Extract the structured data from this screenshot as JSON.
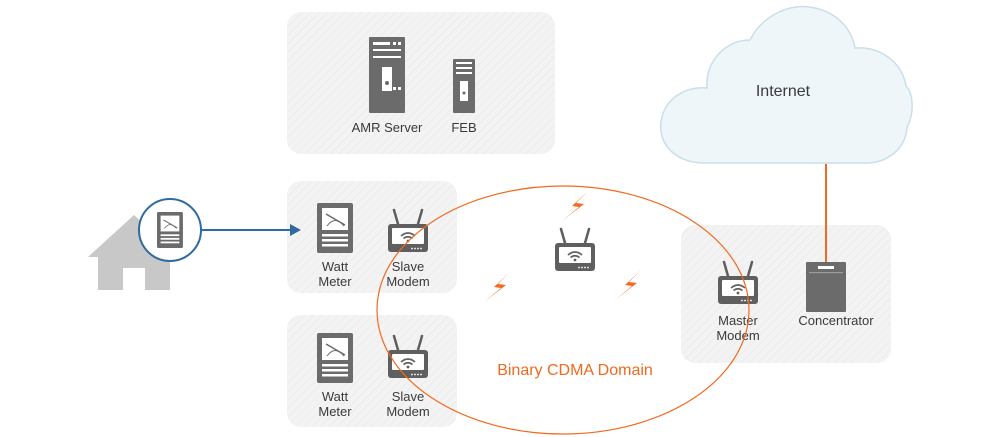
{
  "colors": {
    "panel": "#f2f2f2",
    "icon": "#6b6b6b",
    "orange": "#f26a21",
    "blue": "#2f6aa0",
    "cloud_fill": "#eef6fa",
    "cloud_stroke": "#c9dfe9",
    "house": "#c8c8c8"
  },
  "server_panel": {
    "amr_server_label": "AMR Server",
    "feb_label": "FEB"
  },
  "cloud": {
    "label": "Internet"
  },
  "meter_panel_top": {
    "meter_label_1": "Watt",
    "meter_label_2": "Meter",
    "modem_label_1": "Slave",
    "modem_label_2": "Modem"
  },
  "meter_panel_bottom": {
    "meter_label_1": "Watt",
    "meter_label_2": "Meter",
    "modem_label_1": "Slave",
    "modem_label_2": "Modem"
  },
  "master_panel": {
    "modem_label_1": "Master",
    "modem_label_2": "Modem",
    "concentrator_label": "Concentrator"
  },
  "domain": {
    "label": "Binary CDMA Domain"
  }
}
